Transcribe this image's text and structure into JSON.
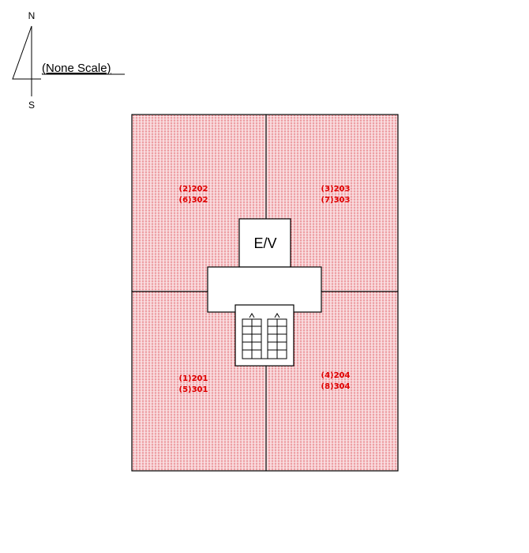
{
  "compass": {
    "north": "N",
    "south": "S",
    "scale_note": "(None Scale)"
  },
  "core": {
    "elevator_label": "E/V"
  },
  "units": {
    "top_left": [
      "(2)202",
      "(6)302"
    ],
    "top_right": [
      "(3)203",
      "(7)303"
    ],
    "bottom_left": [
      "(1)201",
      "(5)301"
    ],
    "bottom_right": [
      "(4)204",
      "(8)304"
    ]
  },
  "colors": {
    "unit_hatch": "#d0101a",
    "unit_background": "#f6d9dc",
    "unit_label": "#e00000",
    "outline": "#000000"
  }
}
